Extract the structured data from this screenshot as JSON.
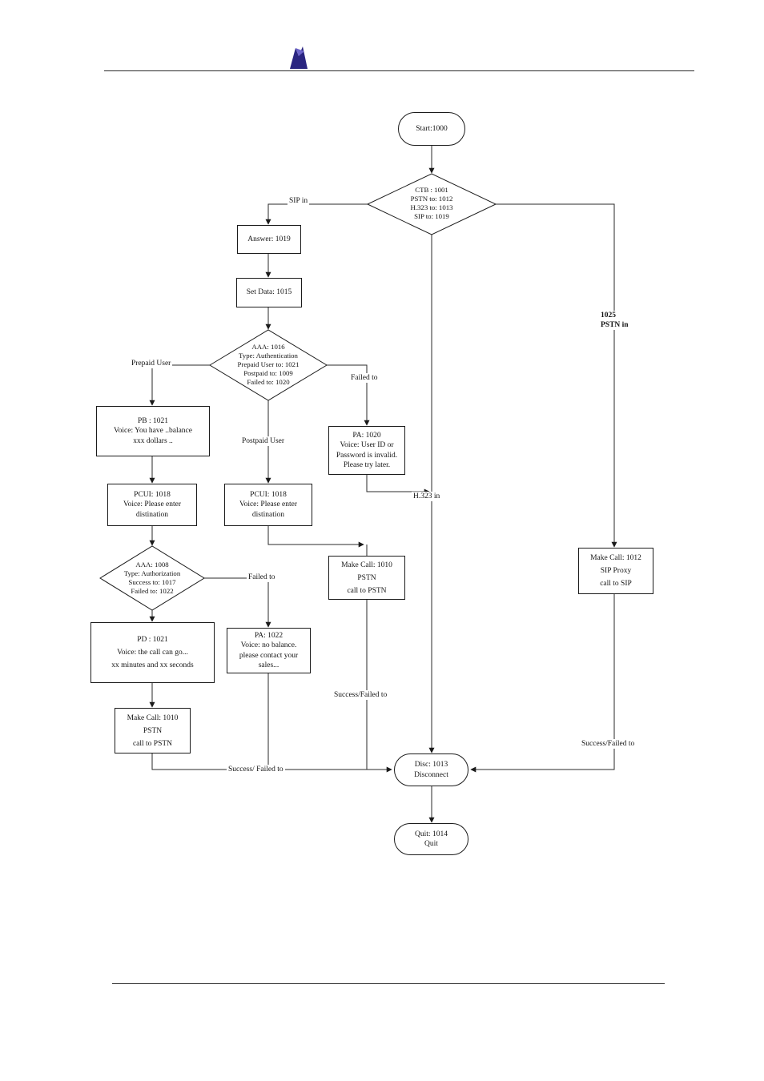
{
  "nodes": {
    "start": {
      "text": "Start:1000"
    },
    "ctb": {
      "text": "CTB : 1001\nPSTN to: 1012\nH.323 to: 1013\nSIP to: 1019"
    },
    "answer": {
      "text": "Answer: 1019"
    },
    "setdata": {
      "text": "Set Data: 1015"
    },
    "aaa1016": {
      "text": "AAA: 1016\nType: Authentication\nPrepaid User to: 1021\nPostpaid to: 1009\nFailed to: 1020"
    },
    "pb": {
      "text": "PB : 1021\nVoice: You have ..balance\nxxx dollars .."
    },
    "pcui_left": {
      "text": "PCUI: 1018\nVoice: Please enter\ndistination"
    },
    "pcui_mid": {
      "text": "PCUI: 1018\nVoice: Please enter\ndistination"
    },
    "pa1020": {
      "text": "PA: 1020\nVoice: User ID or\nPassword is invalid.\nPlease try later."
    },
    "aaa1008": {
      "text": "AAA: 1008\nType: Authorization\nSuccess to: 1017\nFailed to: 1022"
    },
    "pd": {
      "text": "PD : 1021\nVoice: the call can go...\nxx minutes and xx seconds"
    },
    "makecall_left": {
      "text": "Make Call: 1010\nPSTN\ncall to PSTN"
    },
    "pa1022": {
      "text": "PA: 1022\nVoice: no balance.\nplease contact your\nsales..."
    },
    "makecall_mid": {
      "text": "Make Call: 1010\nPSTN\ncall to PSTN"
    },
    "makecall_right": {
      "text": "Make Call: 1012\nSIP Proxy\ncall to SIP"
    },
    "disc": {
      "text": "Disc: 1013\nDisconnect"
    },
    "quit": {
      "text": "Quit: 1014\nQuit"
    }
  },
  "labels": {
    "sip_in": "SIP in",
    "prepaid_user": "Prepaid User",
    "postpaid_user": "Postpaid User",
    "failed_to_auth": "Failed to",
    "h323_in": "H.323 in",
    "pstn_in": "1025\nPSTN in",
    "failed_to_authz": "Failed to",
    "success_failed_mid": "Success/Failed to",
    "success_failed_left": "Success/ Failed to",
    "success_failed_right": "Success/Failed to"
  },
  "colors": {
    "line": "#2a2a2a",
    "logo_navy": "#2a2580",
    "logo_purple": "#6b63c9"
  }
}
